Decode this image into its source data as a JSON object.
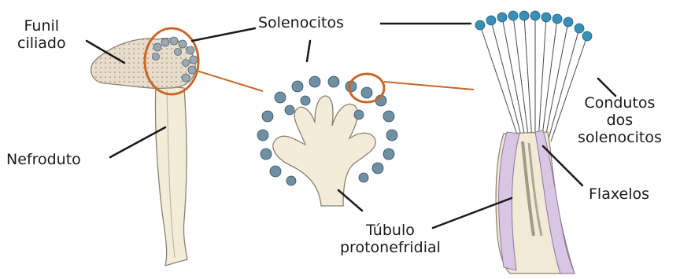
{
  "labels": {
    "funil_line1": "Funil",
    "funil_line2": "ciliado",
    "solenocitos": "Solenocitos",
    "nefroduto": "Nefroduto",
    "condutos_line1": "Condutos",
    "condutos_line2": "dos",
    "condutos_line3": "solenocitos",
    "flaxelos": "Flaxelos",
    "tubulo_line1": "Túbulo",
    "tubulo_line2": "protonefridial"
  },
  "colors": {
    "highlight_circle": "#c9662a",
    "leader_line": "#1a1a1a",
    "tissue_fill": "#f3ecd8",
    "tissue_stroke": "#8a8270",
    "solenocyte_blue": "#3a8fb7",
    "tubule_cell": "#d9c6e4"
  }
}
